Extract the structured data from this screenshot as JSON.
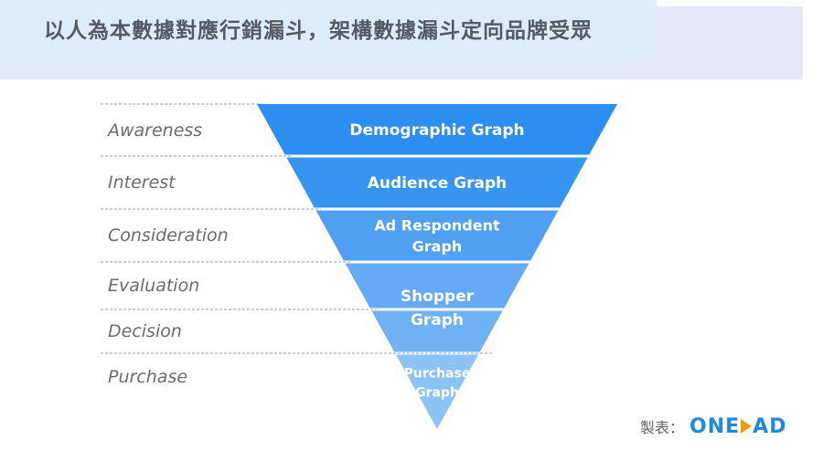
{
  "header": {
    "title": "以人為本數據對應行銷漏斗，架構數據漏斗定向品牌受眾"
  },
  "stages": [
    {
      "label": "Awareness",
      "graph": [
        "Demographic Graph"
      ],
      "color": "#2b8ef0"
    },
    {
      "label": "Interest",
      "graph": [
        "Audience Graph"
      ],
      "color": "#3795f2"
    },
    {
      "label": "Consideration",
      "graph": [
        "Ad Respondent",
        "Graph"
      ],
      "color": "#4f9ff3"
    },
    {
      "label": "Evaluation",
      "graph": [],
      "color": "#64aaf5"
    },
    {
      "label": "Decision",
      "graph": [],
      "color": "#6fb1f5"
    },
    {
      "label": "Purchase",
      "graph": [
        "Purchase",
        "Graph"
      ],
      "color": "#8cc3f7"
    }
  ],
  "merged_graph": [
    "Shopper",
    "Graph"
  ],
  "credit": {
    "label": "製表：",
    "brand_left": "ONE",
    "brand_right": "AD"
  }
}
